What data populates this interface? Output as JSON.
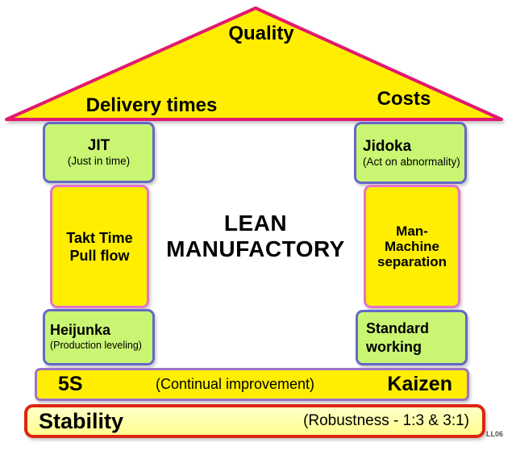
{
  "roof": {
    "top_label": "Quality",
    "left_label": "Delivery times",
    "right_label": "Costs"
  },
  "title": {
    "line1": "LEAN",
    "line2": "MANUFACTORY"
  },
  "left_pillar": {
    "top": {
      "title": "JIT",
      "subtitle": "(Just in time)"
    },
    "middle": {
      "line1": "Takt Time",
      "line2": "Pull flow"
    },
    "bottom": {
      "title": "Heijunka",
      "subtitle": "(Production leveling)"
    }
  },
  "right_pillar": {
    "top": {
      "title": "Jidoka",
      "subtitle": "(Act on abnormality)"
    },
    "middle": {
      "line1": "Man-",
      "line2": "Machine",
      "line3": "separation"
    },
    "bottom": {
      "line1": "Standard",
      "line2": "working"
    }
  },
  "foundation": {
    "upper": {
      "left": "5S",
      "center": "(Continual improvement)",
      "right": "Kaizen"
    },
    "lower": {
      "left": "Stability",
      "right": "(Robustness - 1:3 & 3:1)"
    }
  },
  "watermark": "LL06",
  "colors": {
    "roof_fill": "#ffee00",
    "roof_border": "#e2186f",
    "green_box_fill": "#c9f573",
    "green_box_border": "#6468c8",
    "yellow_box_fill": "#ffee00",
    "yellow_box_border": "#e273cc",
    "improvement_bar_border": "#9d72c6",
    "stability_fill": "#ffff99",
    "stability_border": "#dd2513",
    "text": "#000000"
  }
}
